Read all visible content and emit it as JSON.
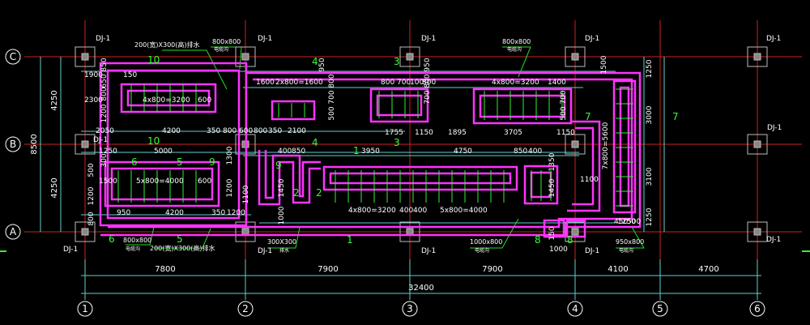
{
  "axes": {
    "columns": [
      "1",
      "2",
      "3",
      "4",
      "5",
      "6"
    ],
    "rows": [
      "C",
      "B",
      "A"
    ]
  },
  "column_spans": [
    "7800",
    "7900",
    "7900",
    "4100",
    "4700"
  ],
  "total_length": "32400",
  "row_spans": [
    "4250",
    "4250"
  ],
  "row_total": "8500",
  "foundation_label": "DJ-1",
  "section_marks": [
    "1",
    "2",
    "3",
    "4",
    "5",
    "6",
    "7",
    "8",
    "9",
    "10"
  ],
  "trench_labels": {
    "left_top": "200(宽)X300(高)排水",
    "left_bottom": "200(宽)X300(高)排水",
    "sump_800": "800x800",
    "sump_800_note": "电缆沟",
    "sump_800b_note": "电缆沟",
    "sump_800c": "800x800",
    "sump_800c_note": "电缆沟",
    "sump_1000": "1000x800",
    "sump_1000_note": "电缆沟",
    "sump_950": "950x800",
    "sump_950_note": "电缆沟",
    "drain_300": "300X300",
    "drain_300_note": "排水"
  },
  "dims": {
    "d_1900": "1900",
    "d_850": "850",
    "d_650": "650",
    "d_800": "800",
    "d_150": "150",
    "d_2300": "2300",
    "d_300": "300",
    "d_1200": "1200",
    "d_4x800_3200": "4x800=3200",
    "d_600": "600",
    "d_2050": "2050",
    "d_4200": "4200",
    "d_350": "350",
    "d_1250": "1250",
    "d_5000": "5000",
    "d_1300": "1300",
    "d_1500": "1500",
    "d_5x800_4000": "5x800=4000",
    "d_950": "950",
    "d_4200b": "4200",
    "d_350b": "350",
    "d_1200b": "1200",
    "d_1600": "1600",
    "d_2x800_1600": "2x800=1600",
    "d_800b": "800",
    "d_700": "700",
    "d_950b": "950",
    "d_500": "500",
    "d_700b": "700",
    "d_800c": "800",
    "d_700c": "700",
    "d_100": "100",
    "d_800d": "800",
    "d_4x800_3200b": "4x800=3200",
    "d_1400": "1400",
    "d_1100": "1100",
    "d_1755": "1755",
    "d_1150": "1150",
    "d_1895": "1895",
    "d_3705": "3705",
    "d_1150b": "1150",
    "d_800e": "800",
    "d_600b": "600",
    "d_800f": "800",
    "d_350c": "350",
    "d_2100": "2100",
    "d_400": "400",
    "d_850b": "850",
    "d_3950": "3950",
    "d_4750": "4750",
    "d_850c": "850",
    "d_400b": "400",
    "d_1450": "1450",
    "d_4x800_3200c": "4x800=3200",
    "d_400c": "400",
    "d_400d": "400",
    "d_5x800_4000b": "5x800=4000",
    "d_1000": "1000",
    "d_1450b": "1450",
    "d_1100b": "1100",
    "d_3100": "3100",
    "d_1250b": "1250",
    "d_1500b": "1500",
    "d_7x800_5600": "7x800=5600",
    "d_3000": "3000",
    "d_1250c": "1250",
    "d_450": "450",
    "d_500b": "500",
    "d_1250d": "1250",
    "d_1000b": "1000",
    "d_150b": "150",
    "d_1350": "1350"
  }
}
